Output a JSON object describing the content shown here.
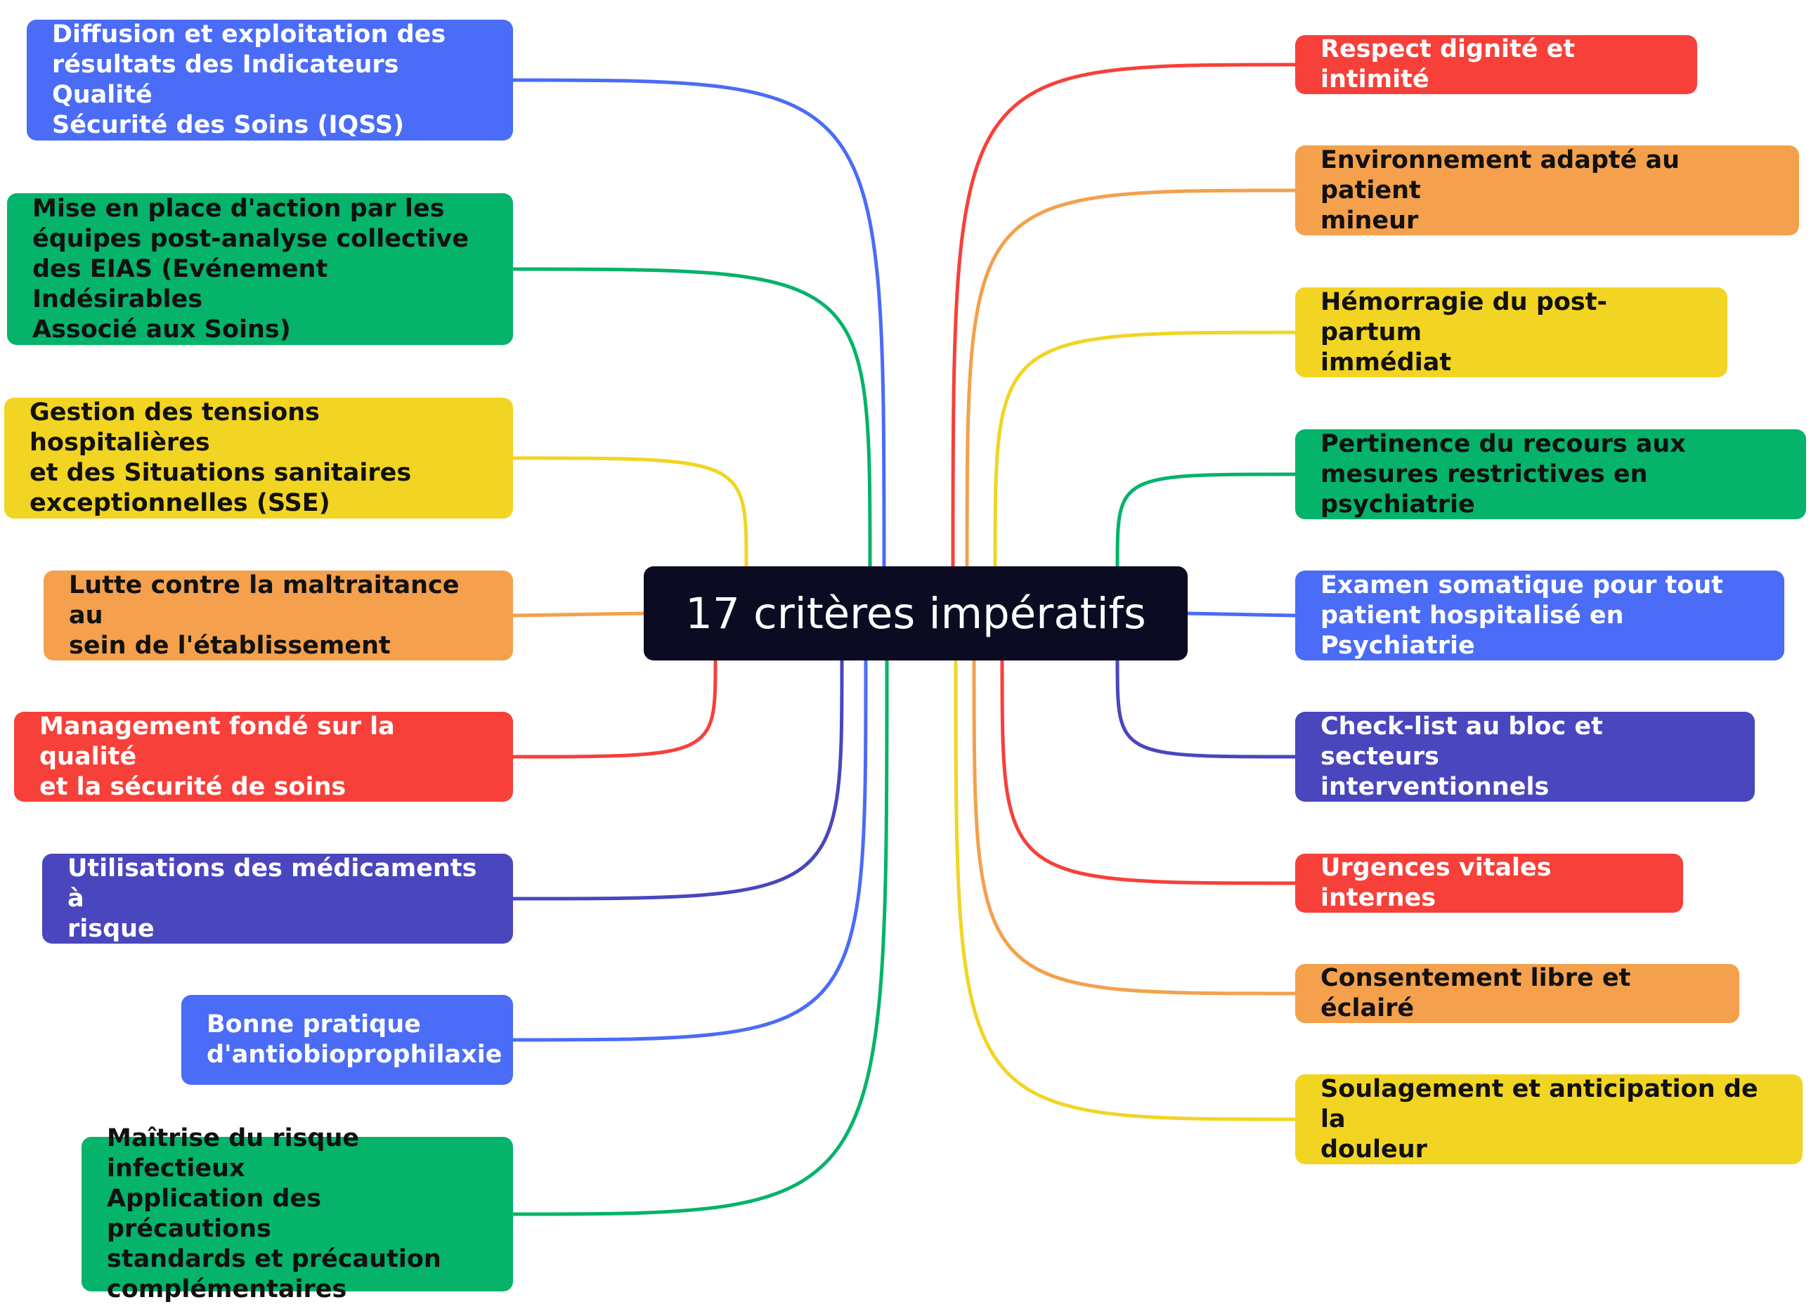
{
  "center": {
    "label": "17 critères impératifs",
    "color": "#0b0c22"
  },
  "colors": {
    "blue": "#4a6cf7",
    "green": "#05b36a",
    "yellow": "#f2d423",
    "orange": "#f4a04c",
    "red": "#f7403a",
    "indigo": "#4a46bd"
  },
  "left_items": [
    {
      "label": "Diffusion et exploitation des\nrésultats des Indicateurs Qualité\nSécurité des Soins (IQSS)",
      "color": "blue",
      "text": "light"
    },
    {
      "label": "Mise en place d'action par les\néquipes post-analyse collective\ndes EIAS (Evénement Indésirables\nAssocié aux Soins)",
      "color": "green",
      "text": "dark"
    },
    {
      "label": "Gestion des tensions hospitalières\net des Situations sanitaires\nexceptionnelles (SSE)",
      "color": "yellow",
      "text": "dark"
    },
    {
      "label": "Lutte contre la maltraitance au\nsein de l'établissement",
      "color": "orange",
      "text": "dark"
    },
    {
      "label": "Management fondé sur la qualité\net la sécurité de soins",
      "color": "red",
      "text": "light"
    },
    {
      "label": "Utilisations des médicaments à\nrisque",
      "color": "indigo",
      "text": "light"
    },
    {
      "label": "Bonne pratique\nd'antiobioprophilaxie",
      "color": "blue",
      "text": "light"
    },
    {
      "label": "Maîtrise du risque infectieux\nApplication des précautions\nstandards et précaution\ncomplémentaires",
      "color": "green",
      "text": "dark"
    }
  ],
  "right_items": [
    {
      "label": "Respect dignité et intimité",
      "color": "red",
      "text": "light"
    },
    {
      "label": "Environnement adapté au patient\nmineur",
      "color": "orange",
      "text": "dark"
    },
    {
      "label": "Hémorragie du post-partum\nimmédiat",
      "color": "yellow",
      "text": "dark"
    },
    {
      "label": "Pertinence du recours aux\nmesures restrictives en psychiatrie",
      "color": "green",
      "text": "dark"
    },
    {
      "label": "Examen somatique pour tout\npatient hospitalisé en Psychiatrie",
      "color": "blue",
      "text": "light"
    },
    {
      "label": "Check-list au bloc et secteurs\ninterventionnels",
      "color": "indigo",
      "text": "light"
    },
    {
      "label": "Urgences vitales internes",
      "color": "red",
      "text": "light"
    },
    {
      "label": "Consentement libre et éclairé",
      "color": "orange",
      "text": "dark"
    },
    {
      "label": "Soulagement et anticipation de la\ndouleur",
      "color": "yellow",
      "text": "dark"
    }
  ]
}
